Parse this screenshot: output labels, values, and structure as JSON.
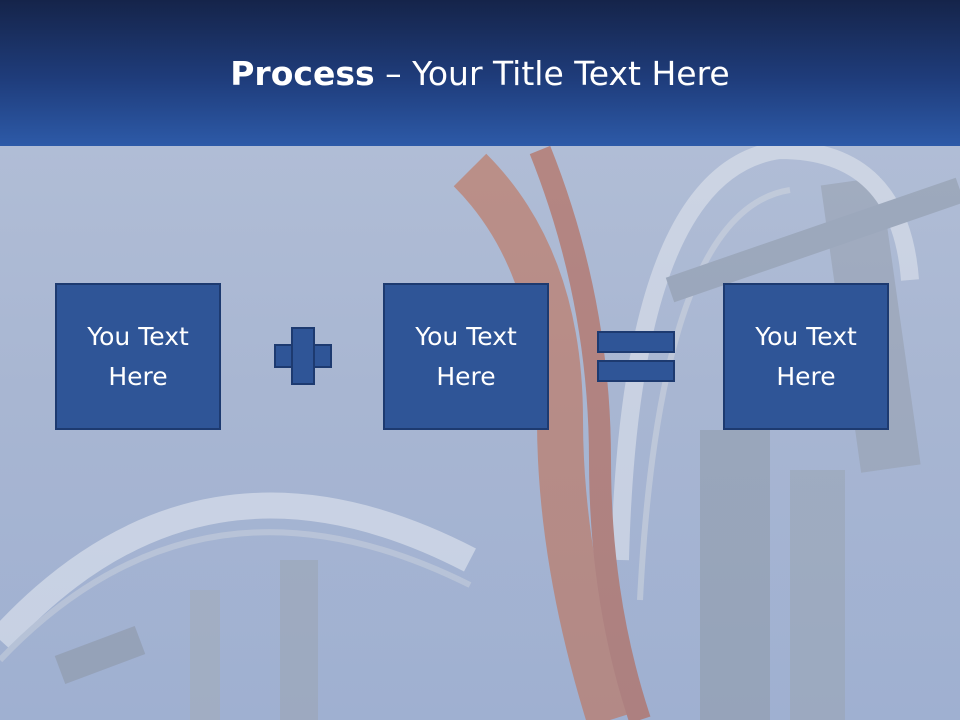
{
  "slide": {
    "title_bold": "Process",
    "title_rest": " – Your Title Text Here",
    "boxes": [
      {
        "text": "You Text Here"
      },
      {
        "text": "You Text Here"
      },
      {
        "text": "You Text Here"
      }
    ],
    "operators": {
      "plus": "plus-sign-icon",
      "equals": "equals-sign-icon"
    },
    "colors": {
      "header_dark": "#15244a",
      "header_light": "#2d5aa8",
      "box_fill": "#2f5597",
      "box_border": "#1d3a70",
      "background": "#a8b6d2"
    }
  }
}
